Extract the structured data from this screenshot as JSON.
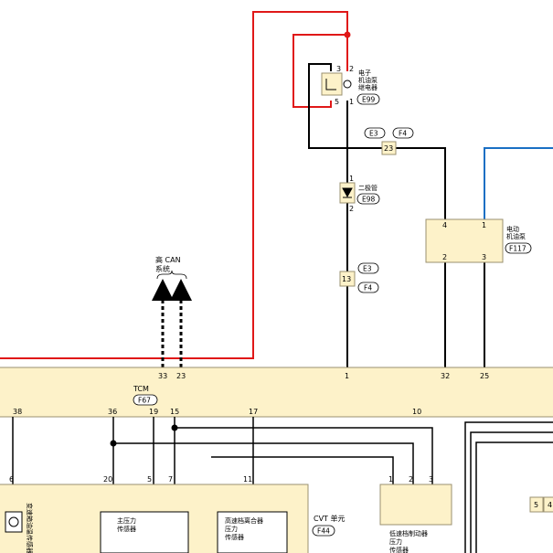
{
  "colors": {
    "module_fill": "#fdf2c9",
    "module_stroke": "#9a9070",
    "wire": "#000000",
    "red_wire": "#e01818",
    "blue_wire": "#1a6fc4",
    "junction_red": "#e01818"
  },
  "tcm": {
    "name": "TCM",
    "tag": "F67",
    "top_pins": [
      "33",
      "23",
      "1",
      "32",
      "25"
    ],
    "bottom_pins": [
      "38",
      "36",
      "19",
      "15",
      "17",
      "10"
    ]
  },
  "can_label": {
    "line1": "高 CAN",
    "line2": "系统"
  },
  "relay": {
    "name_lines": [
      "电子",
      "机油泵",
      "继电器"
    ],
    "tag": "E99",
    "pins": [
      "3",
      "2",
      "5",
      "1"
    ]
  },
  "connector_e3_f4_top": {
    "pin": "23",
    "tags": [
      "E3",
      "F4"
    ]
  },
  "diode": {
    "name": "二极管",
    "tag": "E98",
    "pins": [
      "1",
      "2"
    ]
  },
  "connector_13": {
    "pin": "13",
    "tags": [
      "E3",
      "F4"
    ]
  },
  "oil_pump": {
    "name_lines": [
      "电动",
      "机油泵"
    ],
    "tag": "F117",
    "pins": [
      "4",
      "1",
      "2",
      "3"
    ]
  },
  "cvt_unit": {
    "name": "CVT 单元",
    "tag": "F44",
    "pins": [
      "6",
      "20",
      "5",
      "7",
      "11"
    ],
    "side_sensor_label": "变速箱油温传感器",
    "primary_sensor": [
      "主压力",
      "传感器"
    ],
    "high_clutch_sensor": [
      "高速档离合器",
      "压力",
      "传感器"
    ]
  },
  "low_brake_sensor": {
    "name_lines": [
      "低速档制动器",
      "压力",
      "传感器"
    ],
    "pins": [
      "1",
      "2",
      "3"
    ]
  },
  "right_connector": {
    "pins": [
      "5",
      "4"
    ]
  }
}
